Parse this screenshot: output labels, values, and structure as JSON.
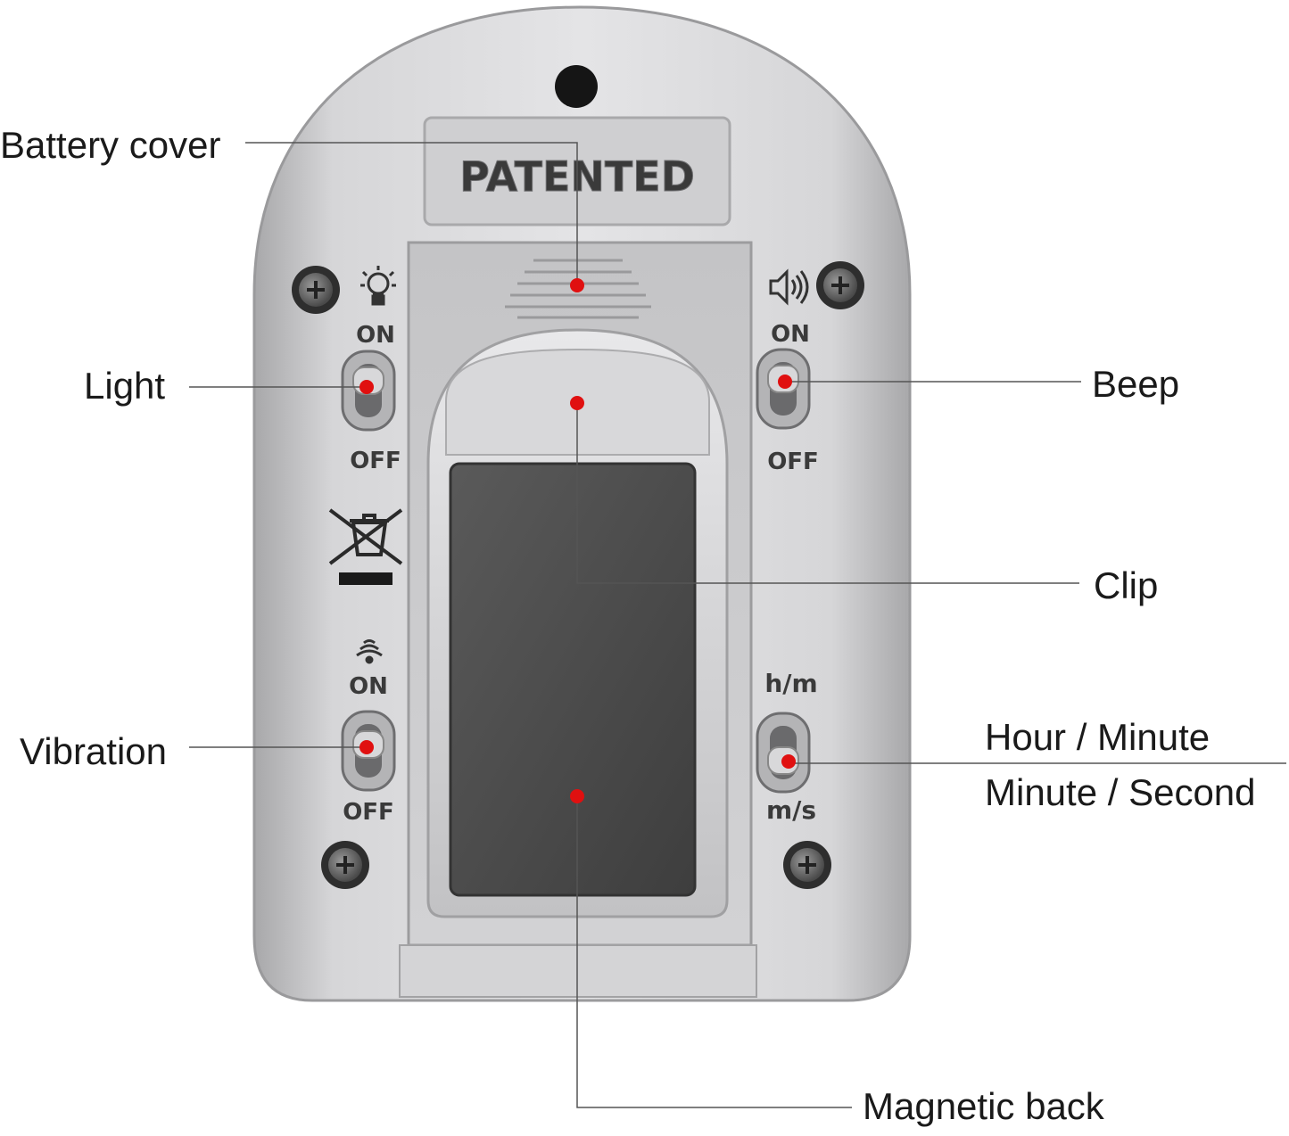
{
  "device": {
    "engraving": "PATENTED",
    "light_switch": {
      "top": "ON",
      "bottom": "OFF"
    },
    "beep_switch": {
      "top": "ON",
      "bottom": "OFF"
    },
    "vibration_switch": {
      "top": "ON",
      "bottom": "OFF"
    },
    "time_switch": {
      "top": "h/m",
      "bottom": "m/s"
    },
    "icons": [
      "light-bulb-icon",
      "speaker-icon",
      "weee-bin-icon",
      "vibration-icon",
      "screw-icon"
    ]
  },
  "callouts": {
    "battery_cover": "Battery cover",
    "light": "Light",
    "beep": "Beep",
    "clip": "Clip",
    "vibration": "Vibration",
    "hour_minute": "Hour / Minute",
    "minute_second": "Minute / Second",
    "magnetic_back": "Magnetic back"
  },
  "colors": {
    "body_silver": "#c9c9cb",
    "magnet": "#4a4a4a",
    "marker_red": "#e01010",
    "leader_line": "#555555"
  }
}
